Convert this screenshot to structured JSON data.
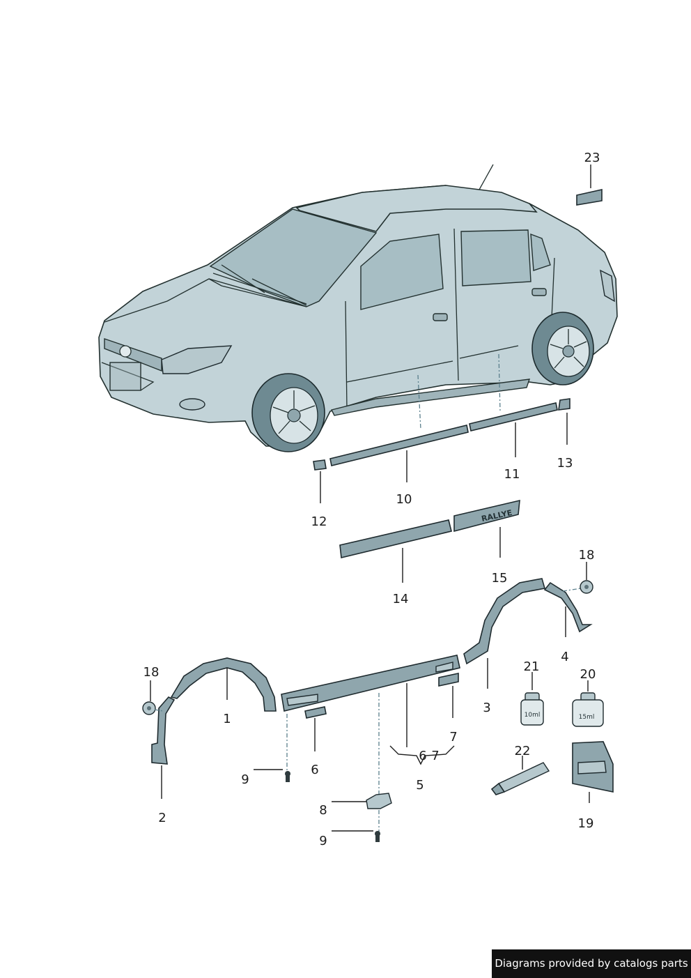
{
  "callouts": {
    "c1": "1",
    "c2": "2",
    "c3": "3",
    "c4": "4",
    "c5": "5",
    "c6a": "6",
    "c6b": "6",
    "c7a": "7",
    "c7b": "7",
    "c8": "8",
    "c9a": "9",
    "c9b": "9",
    "c10": "10",
    "c11": "11",
    "c12": "12",
    "c13": "13",
    "c14": "14",
    "c15": "15",
    "c18a": "18",
    "c18b": "18",
    "c19": "19",
    "c20": "20",
    "c21": "21",
    "c22": "22",
    "c23": "23"
  },
  "labels": {
    "emblem_text": "RALLYE",
    "bottle_small": "10ml",
    "bottle_large": "15ml"
  },
  "colors": {
    "part_fill": "#8fa6ad",
    "body_fill": "#c2d3d8",
    "glass_fill": "#a7bec4"
  },
  "footer": {
    "credit": "Diagrams provided by catalogs parts"
  }
}
